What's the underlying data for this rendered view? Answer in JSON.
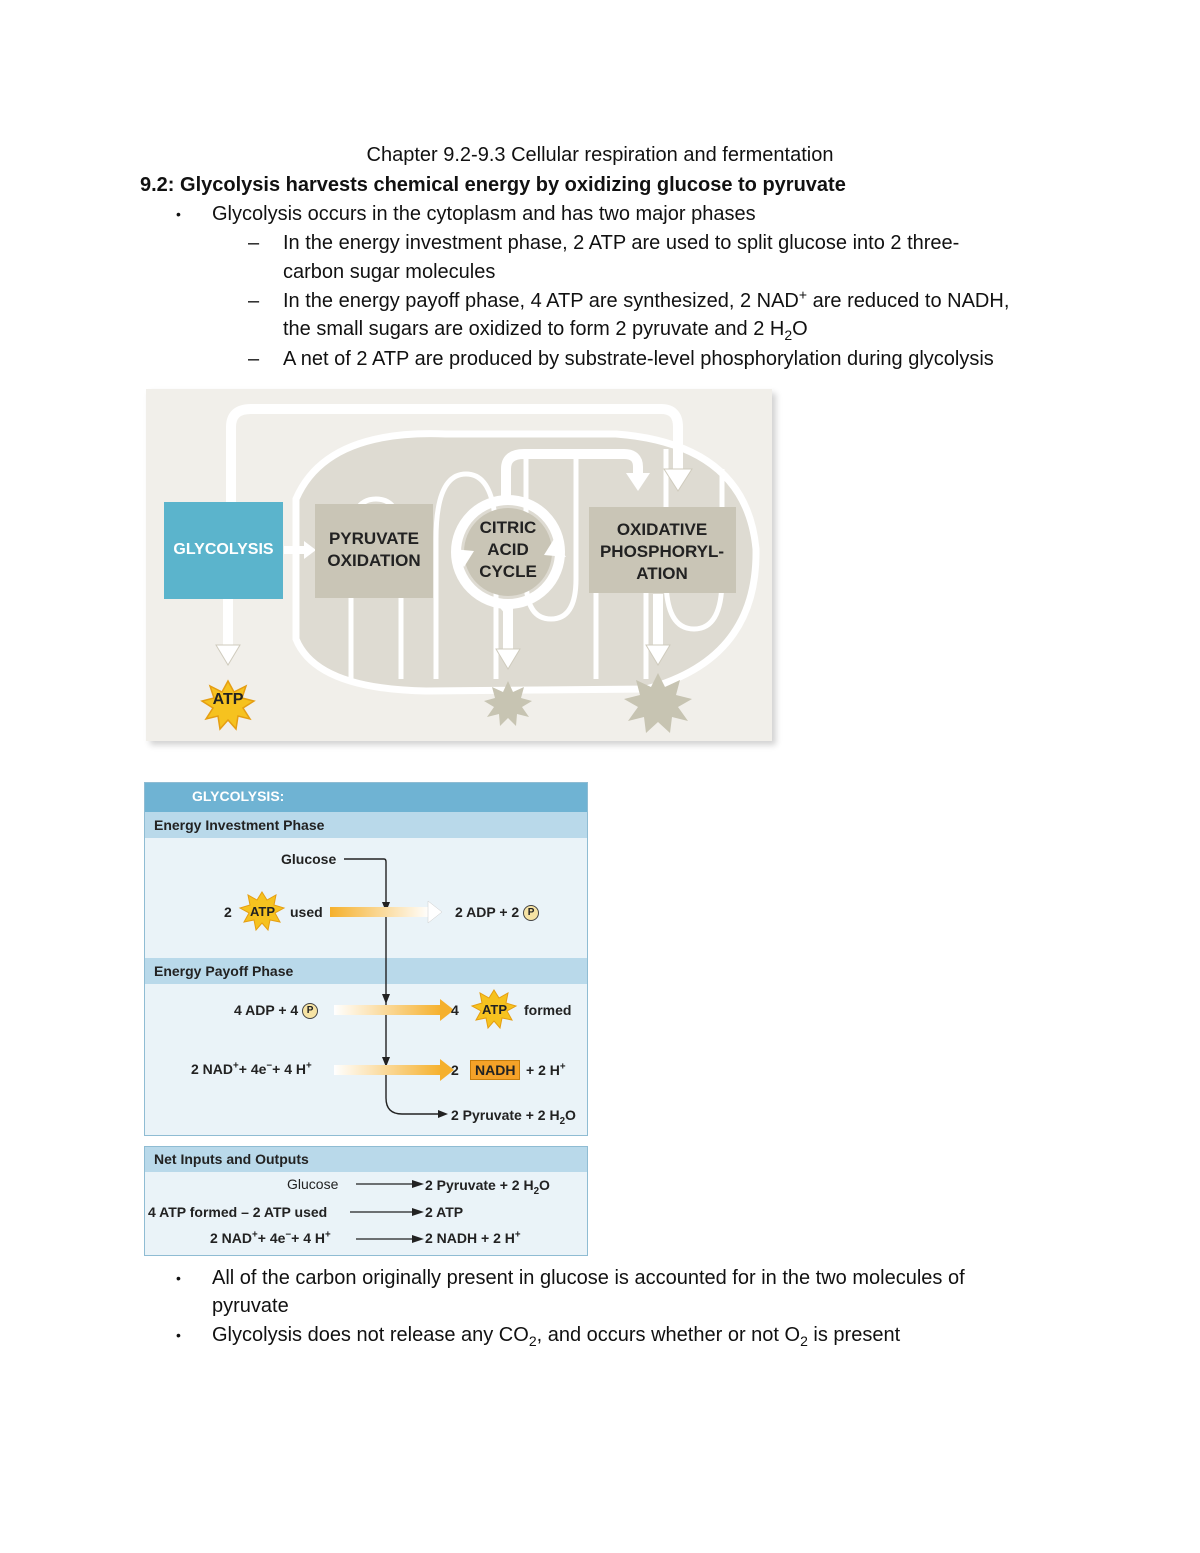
{
  "doc": {
    "title": "Chapter 9.2-9.3 Cellular respiration and fermentation",
    "heading": "9.2: Glycolysis harvests chemical energy by oxidizing glucose to pyruvate",
    "bullet1": "Glycolysis occurs in the cytoplasm and has two major phases",
    "sub1_line1": "In the energy investment phase, 2 ATP are used to split glucose into 2 three-",
    "sub1_line2": "carbon sugar molecules",
    "sub2_line1a": "In the energy payoff phase, 4 ATP are synthesized, 2 NAD",
    "sub2_line1_sup": "+",
    "sub2_line1b": " are reduced to NADH,",
    "sub2_line2a": "the small sugars are oxidized to form 2 pyruvate and 2 H",
    "sub2_line2_sub": "2",
    "sub2_line2b": "O",
    "sub3": "A net of 2 ATP are produced by substrate-level phosphorylation during glycolysis",
    "bullet2_line1": "All of the carbon originally present in glucose is accounted for in the two molecules of",
    "bullet2_line2": "pyruvate",
    "bullet3a": "Glycolysis does not release any CO",
    "bullet3_sub1": "2",
    "bullet3b": ", and occurs whether or not O",
    "bullet3_sub2": "2",
    "bullet3c": " is present",
    "bullet_glyph": "•",
    "dash_glyph": "–"
  },
  "overview": {
    "glycolysis": "GLYCOLYSIS",
    "pyruvate_oxidation": "PYRUVATE\nOXIDATION",
    "citric_acid_cycle": "CITRIC\nACID\nCYCLE",
    "oxidative_phosphorylation": "OXIDATIVE\nPHOSPHORYL-\nATION",
    "atp": "ATP",
    "colors": {
      "glycolysis": "#5bb4cc",
      "stage": "#c9c5b6",
      "atp_burst": "#f6c21f",
      "burst_grey": "#c7c4b2"
    }
  },
  "detail": {
    "header": "GLYCOLYSIS:",
    "investment_phase": "Energy Investment Phase",
    "glucose": "Glucose",
    "two": "2",
    "atp": "ATP",
    "used": "used",
    "adp_out": "2 ADP + 2",
    "p": "P",
    "payoff_phase": "Energy Payoff Phase",
    "adp_in": "4 ADP + 4",
    "four": "4",
    "formed": "formed",
    "nad_in": "2 NAD",
    "nad_in_sup": "+",
    "nad_in_rest": "+ 4e",
    "nad_e_sup": "−",
    "nad_in_h": "+ 4 H",
    "nad_h_sup": "+",
    "nadh_two": "2",
    "nadh": "NADH",
    "nadh_h": "+ 2 H",
    "nadh_h_sup": "+",
    "pyruvate_out": "2 Pyruvate + 2 H",
    "pyruvate_out_sub": "2",
    "pyruvate_out_o": "O",
    "net_title": "Net Inputs and Outputs",
    "net_glucose": "Glucose",
    "net_pyruvate": "2 Pyruvate + 2 H",
    "net_pyruvate_sub": "2",
    "net_pyruvate_o": "O",
    "net_atp_in": "4 ATP formed – 2 ATP used",
    "net_atp_out": "2 ATP",
    "net_nad_in": "2 NAD",
    "net_nad_sup": "+",
    "net_nad_rest": "+ 4e",
    "net_e_sup": "−",
    "net_nad_h": "+ 4 H",
    "net_h_sup": "+",
    "net_nadh_out": "2 NADH + 2 H",
    "net_nadh_sup": "+",
    "colors": {
      "header": "#6fb3d3",
      "band": "#b9d9ea",
      "panel": "#eaf3f8",
      "nadh": "#f5a228",
      "atp_burst": "#f6c21f"
    }
  }
}
